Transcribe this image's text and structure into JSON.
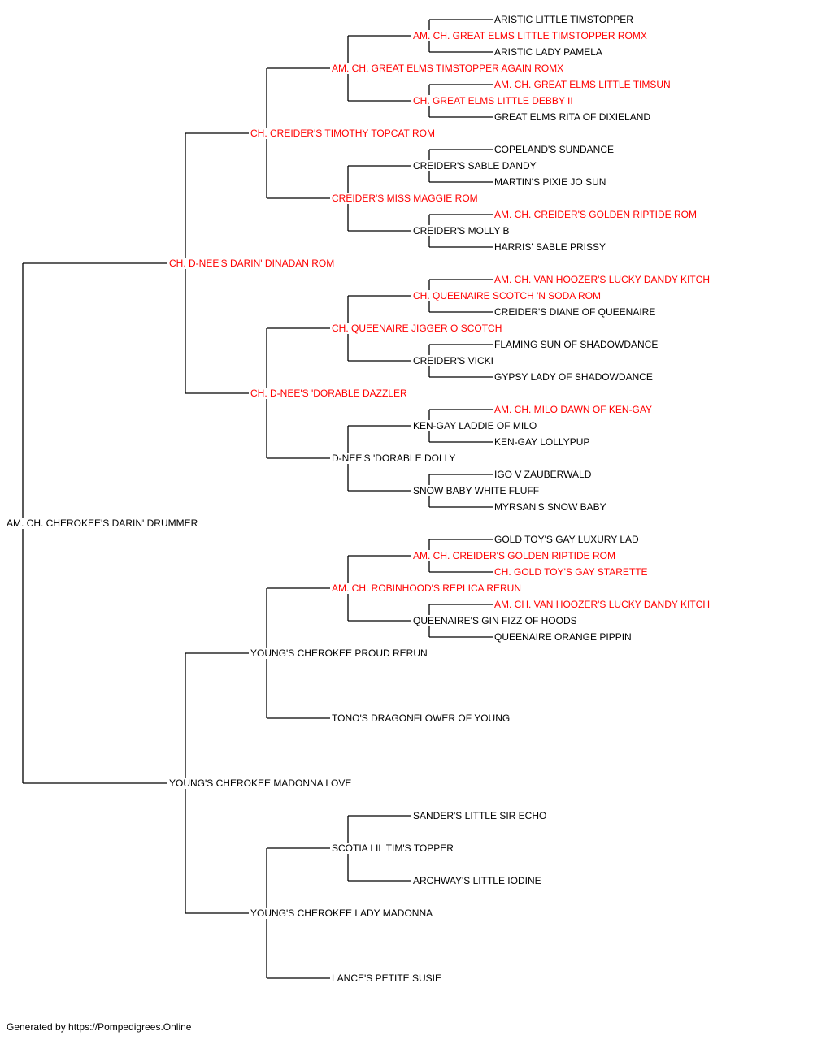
{
  "colors": {
    "titled_dog": "#ff0000",
    "normal_dog": "#000000",
    "connector_line": "#000000",
    "background": "#ffffff"
  },
  "pedigree": {
    "name": "AM. CH. CHEROKEE'S DARIN' DRUMMER",
    "titled": false,
    "sire": {
      "name": "CH. D-NEE'S DARIN' DINADAN ROM",
      "titled": true,
      "sire": {
        "name": "CH. CREIDER'S TIMOTHY TOPCAT ROM",
        "titled": true,
        "sire": {
          "name": "AM. CH. GREAT ELMS TIMSTOPPER AGAIN ROMX",
          "titled": true,
          "sire": {
            "name": "AM. CH. GREAT ELMS LITTLE TIMSTOPPER ROMX",
            "titled": true,
            "sire": {
              "name": "ARISTIC LITTLE TIMSTOPPER",
              "titled": false
            },
            "dam": {
              "name": "ARISTIC LADY PAMELA",
              "titled": false
            }
          },
          "dam": {
            "name": "CH. GREAT ELMS LITTLE DEBBY II",
            "titled": true,
            "sire": {
              "name": "AM. CH. GREAT ELMS LITTLE TIMSUN",
              "titled": true
            },
            "dam": {
              "name": "GREAT ELMS RITA OF DIXIELAND",
              "titled": false
            }
          }
        },
        "dam": {
          "name": "CREIDER'S MISS MAGGIE ROM",
          "titled": true,
          "sire": {
            "name": "CREIDER'S SABLE DANDY",
            "titled": false,
            "sire": {
              "name": "COPELAND'S SUNDANCE",
              "titled": false
            },
            "dam": {
              "name": "MARTIN'S PIXIE JO SUN",
              "titled": false
            }
          },
          "dam": {
            "name": "CREIDER'S MOLLY B",
            "titled": false,
            "sire": {
              "name": "AM. CH. CREIDER'S GOLDEN RIPTIDE ROM",
              "titled": true
            },
            "dam": {
              "name": "HARRIS' SABLE PRISSY",
              "titled": false
            }
          }
        }
      },
      "dam": {
        "name": "CH. D-NEE'S 'DORABLE DAZZLER",
        "titled": true,
        "sire": {
          "name": "CH. QUEENAIRE JIGGER O SCOTCH",
          "titled": true,
          "sire": {
            "name": "CH. QUEENAIRE SCOTCH 'N SODA ROM",
            "titled": true,
            "sire": {
              "name": "AM. CH. VAN HOOZER'S LUCKY DANDY KITCH",
              "titled": true
            },
            "dam": {
              "name": "CREIDER'S DIANE OF QUEENAIRE",
              "titled": false
            }
          },
          "dam": {
            "name": "CREIDER'S VICKI",
            "titled": false,
            "sire": {
              "name": "FLAMING SUN OF SHADOWDANCE",
              "titled": false
            },
            "dam": {
              "name": "GYPSY LADY OF SHADOWDANCE",
              "titled": false
            }
          }
        },
        "dam": {
          "name": "D-NEE'S 'DORABLE DOLLY",
          "titled": false,
          "sire": {
            "name": "KEN-GAY LADDIE OF MILO",
            "titled": false,
            "sire": {
              "name": "AM. CH. MILO DAWN OF KEN-GAY",
              "titled": true
            },
            "dam": {
              "name": "KEN-GAY LOLLYPUP",
              "titled": false
            }
          },
          "dam": {
            "name": "SNOW BABY WHITE FLUFF",
            "titled": false,
            "sire": {
              "name": "IGO V ZAUBERWALD",
              "titled": false
            },
            "dam": {
              "name": "MYRSAN'S SNOW BABY",
              "titled": false
            }
          }
        }
      }
    },
    "dam": {
      "name": "YOUNG'S CHEROKEE MADONNA LOVE",
      "titled": false,
      "sire": {
        "name": "YOUNG'S CHEROKEE PROUD RERUN",
        "titled": false,
        "sire": {
          "name": "AM. CH. ROBINHOOD'S REPLICA RERUN",
          "titled": true,
          "sire": {
            "name": "AM. CH. CREIDER'S GOLDEN RIPTIDE ROM",
            "titled": true,
            "sire": {
              "name": "GOLD TOY'S GAY LUXURY LAD",
              "titled": false
            },
            "dam": {
              "name": "CH. GOLD TOY'S GAY STARETTE",
              "titled": true
            }
          },
          "dam": {
            "name": "QUEENAIRE'S GIN FIZZ OF HOODS",
            "titled": false,
            "sire": {
              "name": "AM. CH. VAN HOOZER'S LUCKY DANDY KITCH",
              "titled": true
            },
            "dam": {
              "name": "QUEENAIRE ORANGE PIPPIN",
              "titled": false
            }
          }
        },
        "dam": {
          "name": "TONO'S DRAGONFLOWER OF YOUNG",
          "titled": false
        }
      },
      "dam": {
        "name": "YOUNG'S CHEROKEE LADY MADONNA",
        "titled": false,
        "sire": {
          "name": "SCOTIA LIL TIM'S TOPPER",
          "titled": false,
          "sire": {
            "name": "SANDER'S LITTLE SIR ECHO",
            "titled": false
          },
          "dam": {
            "name": "ARCHWAY'S LITTLE IODINE",
            "titled": false
          }
        },
        "dam": {
          "name": "LANCE'S PETITE SUSIE",
          "titled": false
        }
      }
    }
  },
  "footer": {
    "text": "Generated by https://Pompedigrees.Online"
  }
}
